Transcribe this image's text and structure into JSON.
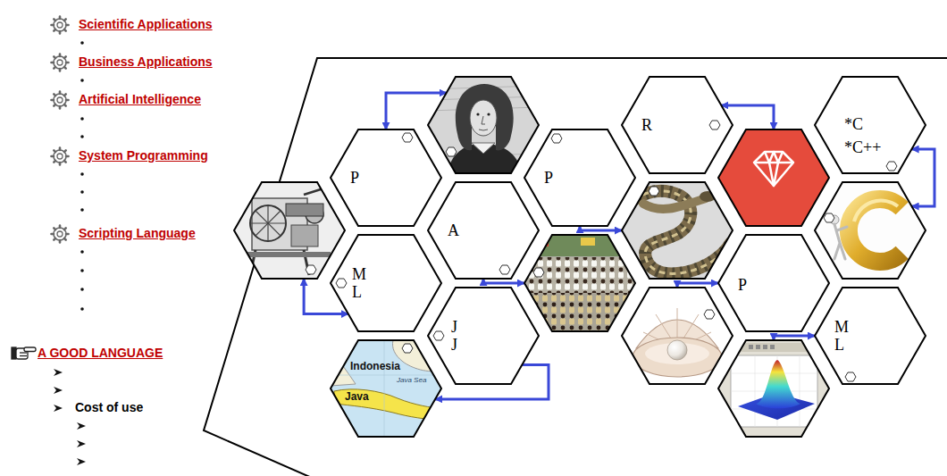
{
  "diagram": {
    "nodes": [
      {},
      {
        "text": [
          "R"
        ]
      },
      {
        "text": [
          "*C *C++"
        ]
      },
      {
        "text": [
          "P"
        ]
      },
      {
        "text": [
          "P"
        ]
      },
      {},
      {},
      {
        "text": [
          "A"
        ]
      },
      {},
      {},
      {
        "text": [
          "M L"
        ]
      },
      {},
      {
        "text": [
          "P"
        ]
      },
      {
        "text": [
          "J J"
        ]
      },
      {},
      {
        "text": [
          "M L"
        ]
      },
      {
        "text": [
          "Indonesia",
          "Java Sea",
          "Java"
        ]
      },
      {}
    ],
    "edges": [
      {
        "from": 3,
        "to": 0,
        "arrow": "both"
      },
      {
        "from": 10,
        "to": 6,
        "arrow": "both"
      },
      {
        "from": 7,
        "to": 11,
        "arrow": "both"
      },
      {
        "from": 13,
        "to": 16,
        "arrow": "to"
      },
      {
        "from": 4,
        "to": 8,
        "arrow": "both"
      },
      {
        "from": 1,
        "to": 5,
        "arrow": "both"
      },
      {
        "from": 2,
        "to": 9,
        "arrow": "both"
      },
      {
        "from": 12,
        "to": 14,
        "arrow": "both"
      },
      {
        "from": 15,
        "to": 17,
        "arrow": "both"
      }
    ],
    "labels": [
      "Scientific Applications",
      "Business Applications",
      "Artificial Intelligence",
      "System Programming",
      "Scripting Language",
      "A GOOD LANGUAGE",
      "Cost of use"
    ]
  }
}
